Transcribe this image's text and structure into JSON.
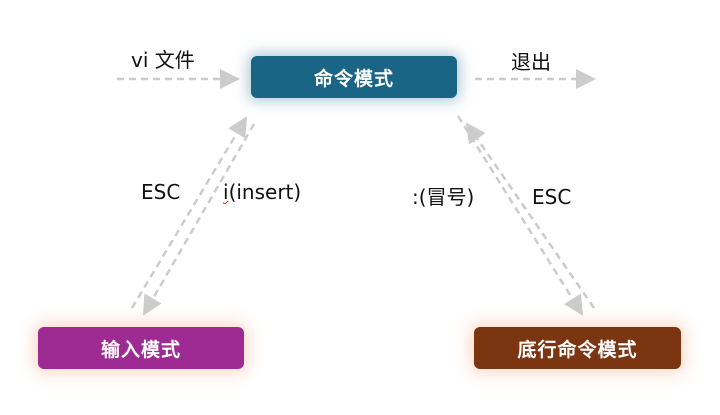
{
  "modes": {
    "command": "命令模式",
    "insert": "输入模式",
    "last_line": "底行命令模式"
  },
  "labels": {
    "enter": "vi 文件",
    "exit": "退出",
    "esc_left": "ESC",
    "insert_prefix": "i",
    "insert_rest": "(insert)",
    "colon": ":(冒号)",
    "esc_right": "ESC"
  },
  "colors": {
    "command": "#1a6585",
    "insert": "#9e2b93",
    "last_line": "#7b3511",
    "arrow": "#cccccc"
  }
}
